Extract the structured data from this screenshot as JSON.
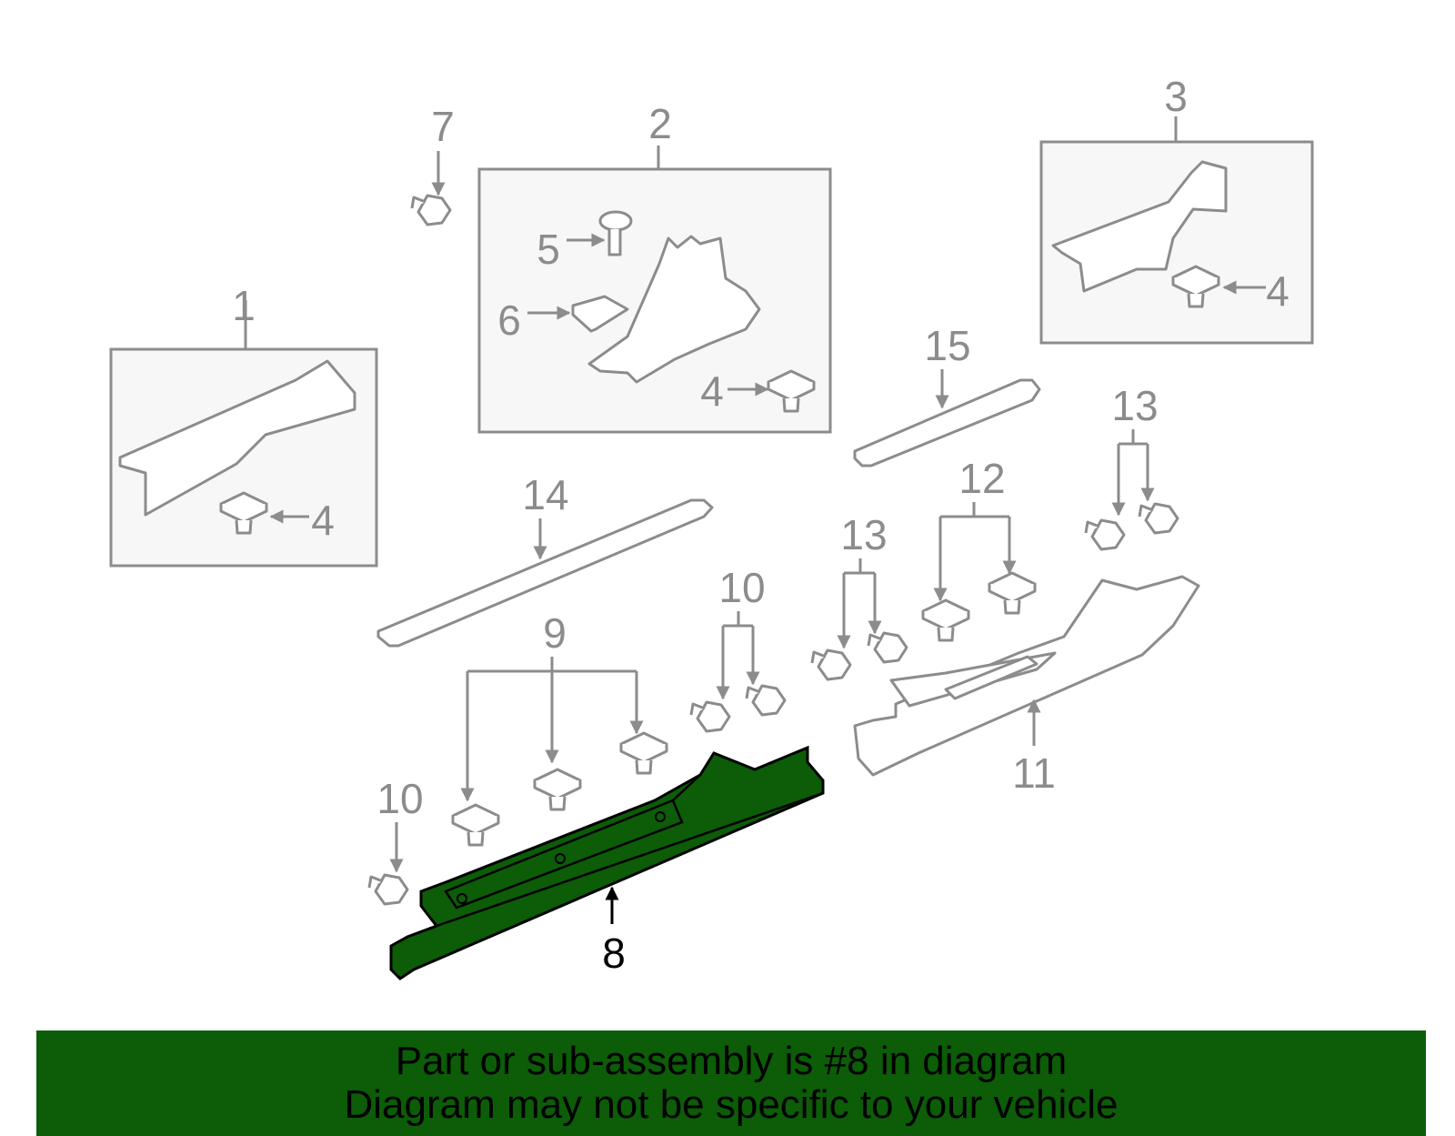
{
  "colors": {
    "highlight": "#0c5c08",
    "outline": "#8c8c8c",
    "box_fill": "#f7f7f7",
    "banner_bg": "#0c5c08"
  },
  "callouts": {
    "c1": "1",
    "c2": "2",
    "c3": "3",
    "c4a": "4",
    "c4b": "4",
    "c4c": "4",
    "c5": "5",
    "c6": "6",
    "c7": "7",
    "c8": "8",
    "c9": "9",
    "c10a": "10",
    "c10b": "10",
    "c11": "11",
    "c12": "12",
    "c13a": "13",
    "c13b": "13",
    "c14": "14",
    "c15": "15"
  },
  "highlighted_part": "8",
  "banner": {
    "line1": "Part or sub-assembly is #8 in diagram",
    "line2": "Diagram may not be specific to your vehicle"
  }
}
